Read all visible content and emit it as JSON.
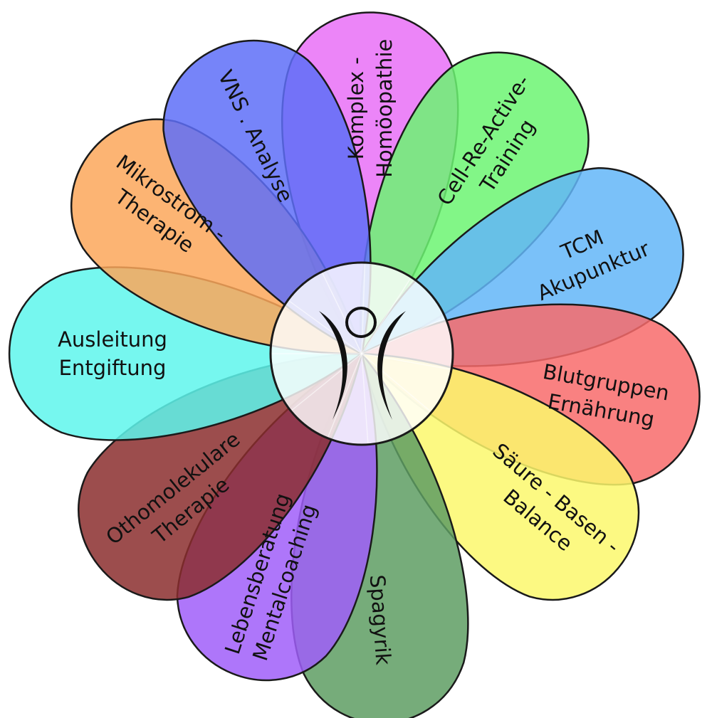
{
  "petals": [
    {
      "id": "komplex",
      "lines": [
        "Komplex -",
        "Homöopathie"
      ],
      "color": "#e970f7"
    },
    {
      "id": "cell",
      "lines": [
        "Cell-Re-Active-",
        "Training"
      ],
      "color": "#6cf572"
    },
    {
      "id": "tcm",
      "lines": [
        "TCM",
        "Akupunktur"
      ],
      "color": "#63b6f8"
    },
    {
      "id": "blutgruppen",
      "lines": [
        "Blutgruppen",
        "Ernährung"
      ],
      "color": "#f86b6b"
    },
    {
      "id": "saeure",
      "lines": [
        "Säure - Basen -",
        "Balance"
      ],
      "color": "#fbf86c"
    },
    {
      "id": "spagyrik",
      "lines": [
        "Spagyrik"
      ],
      "color": "#5e9e63"
    },
    {
      "id": "lebensberatung",
      "lines": [
        "Lebensberatung",
        "Mentalcoaching"
      ],
      "color": "#a05ef9"
    },
    {
      "id": "othomolekulare",
      "lines": [
        "Othomolekulare",
        "Therapie"
      ],
      "color": "#8b2e2e"
    },
    {
      "id": "ausleitung",
      "lines": [
        "Ausleitung",
        "Entgiftung"
      ],
      "color": "#5ef6ec"
    },
    {
      "id": "mikrostrom",
      "lines": [
        "Mikrostrom -",
        "Therapie"
      ],
      "color": "#fba75a"
    },
    {
      "id": "vns",
      "lines": [
        "VNS . Analyse"
      ],
      "color": "#5e6ef8"
    }
  ],
  "hub": {
    "logo": "human-figure-logo-icon"
  }
}
